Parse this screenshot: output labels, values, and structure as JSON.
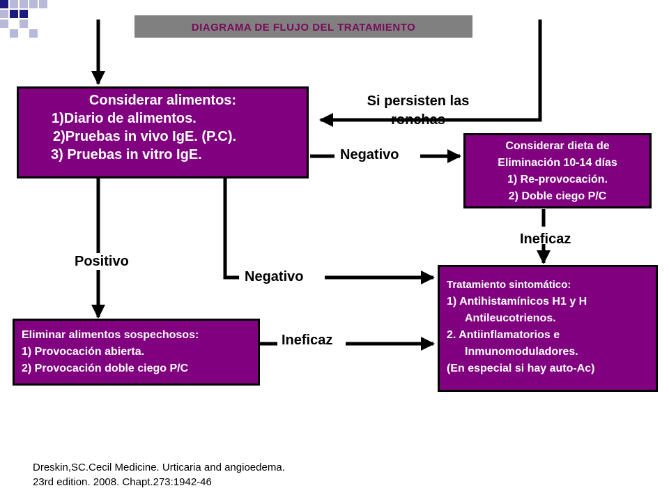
{
  "title": "DIAGRAMA DE FLUJO DEL TRATAMIENTO",
  "box_main": {
    "heading": "Considerar alimentos:",
    "line1": "1)Diario de alimentos.",
    "line2": "2)Pruebas in vivo IgE.  (P.C).",
    "line3": "3) Pruebas in vitro IgE."
  },
  "box_dieta": {
    "line1": "Considerar dieta de",
    "line2": "Eliminación 10-14 días",
    "line3": "1)   Re-provocación.",
    "line4": "2)   Doble ciego P/C"
  },
  "box_eliminar": {
    "line1": "Eliminar alimentos sospechosos:",
    "line2": "1)   Provocación abierta.",
    "line3": "2)   Provocación doble ciego P/C"
  },
  "box_tratamiento": {
    "line1": "Tratamiento sintomático:",
    "line2": "1) Antihistamínicos H1 y H",
    "line3": "Antileucotrienos.",
    "line4": "2. Antiinflamatorios e",
    "line5": "Inmunomoduladores.",
    "line6": "(En especial si hay auto-Ac)"
  },
  "labels": {
    "persisten_1": "Si persisten las",
    "persisten_2": "ronchas",
    "negativo_top": "Negativo",
    "ineficaz_right": "Ineficaz",
    "positivo": "Positivo",
    "negativo_mid": "Negativo",
    "ineficaz_bottom": "Ineficaz"
  },
  "reference": {
    "line1": "Dreskin,SC.Cecil Medicine. Urticaria and angioedema.",
    "line2": "23rd edition. 2008. Chapt.273:1942-46"
  },
  "colors": {
    "box_fill": "#800080",
    "title_bar": "#808080",
    "title_text": "#7a0a5a",
    "deco_dark": "#1a1a80",
    "deco_light": "#b8b8d8"
  }
}
